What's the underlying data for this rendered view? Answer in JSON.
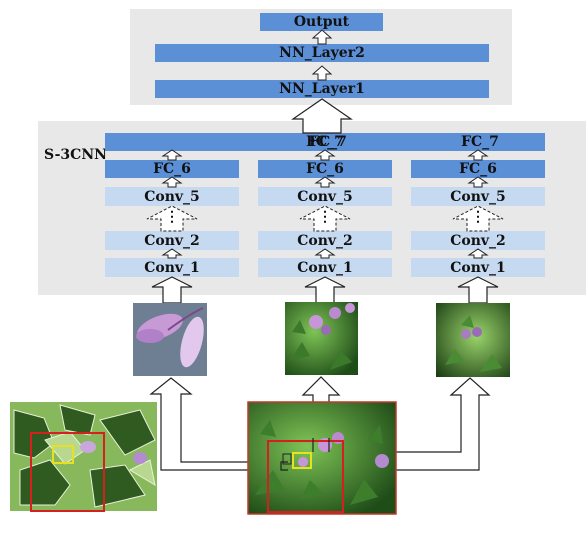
{
  "top": {
    "output": "Output",
    "layer2": "NN_Layer2",
    "layer1": "NN_Layer1"
  },
  "cnn": {
    "title": "S-3CNN",
    "fc7": "FC_7",
    "columns": [
      {
        "fc6": "FC_6",
        "conv5": "Conv_5",
        "dots": "⋮",
        "conv2": "Conv_2",
        "conv1": "Conv_1"
      },
      {
        "fc6": "FC_6",
        "conv5": "Conv_5",
        "dots": "⋮",
        "conv2": "Conv_2",
        "conv1": "Conv_1"
      },
      {
        "fc6": "FC_6",
        "conv5": "Conv_5",
        "dots": "⋮",
        "conv2": "Conv_2",
        "conv1": "Conv_1"
      }
    ]
  },
  "colors": {
    "panel": "#e8e8e8",
    "dark_block": "#5b8fd6",
    "light_block": "#c5d9f1",
    "red_box": "#d62020",
    "yellow_box": "#e8e020"
  }
}
